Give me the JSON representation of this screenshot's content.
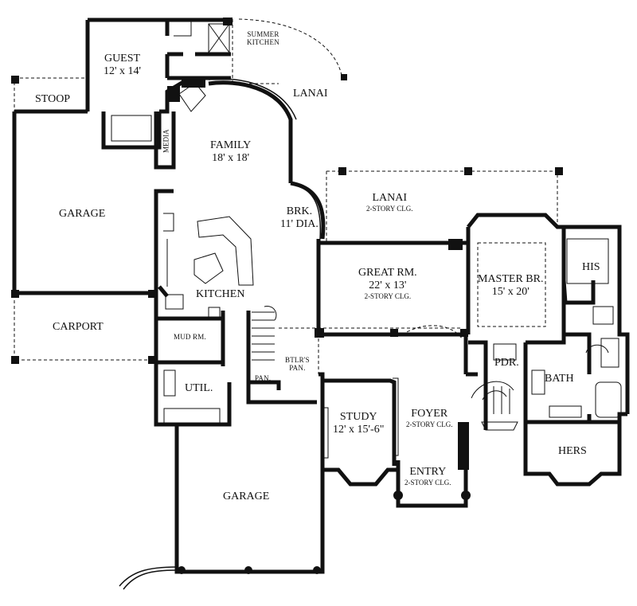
{
  "rooms": {
    "guest": {
      "name": "GUEST",
      "size": "12' x 14'"
    },
    "summer_kitchen": {
      "line1": "SUMMER",
      "line2": "KITCHEN"
    },
    "stoop": {
      "name": "STOOP"
    },
    "lanai_top": {
      "name": "LANAI"
    },
    "media": {
      "name": "MEDIA"
    },
    "family": {
      "name": "FAMILY",
      "size": "18' x 18'"
    },
    "garage_left": {
      "name": "GARAGE"
    },
    "brk": {
      "name": "BRK.",
      "size": "11' DIA."
    },
    "lanai_mid": {
      "name": "LANAI",
      "note": "2-STORY CLG."
    },
    "great_rm": {
      "name": "GREAT RM.",
      "size": "22' x 13'",
      "note": "2-STORY CLG."
    },
    "master_br": {
      "name": "MASTER BR.",
      "size": "15' x 20'"
    },
    "his": {
      "name": "HIS"
    },
    "kitchen": {
      "name": "KITCHEN"
    },
    "carport": {
      "name": "CARPORT"
    },
    "mud_rm": {
      "name": "MUD RM."
    },
    "btlrs_pan": {
      "line1": "BTLR'S",
      "line2": "PAN."
    },
    "pan": {
      "name": "PAN."
    },
    "pdr": {
      "name": "PDR."
    },
    "bath": {
      "name": "BATH"
    },
    "util": {
      "name": "UTIL."
    },
    "study": {
      "name": "STUDY",
      "size": "12' x 15'-6\""
    },
    "foyer": {
      "name": "FOYER",
      "note": "2-STORY CLG."
    },
    "hers": {
      "name": "HERS"
    },
    "entry": {
      "name": "ENTRY",
      "note": "2-STORY CLG."
    },
    "garage_bottom": {
      "name": "GARAGE"
    }
  }
}
